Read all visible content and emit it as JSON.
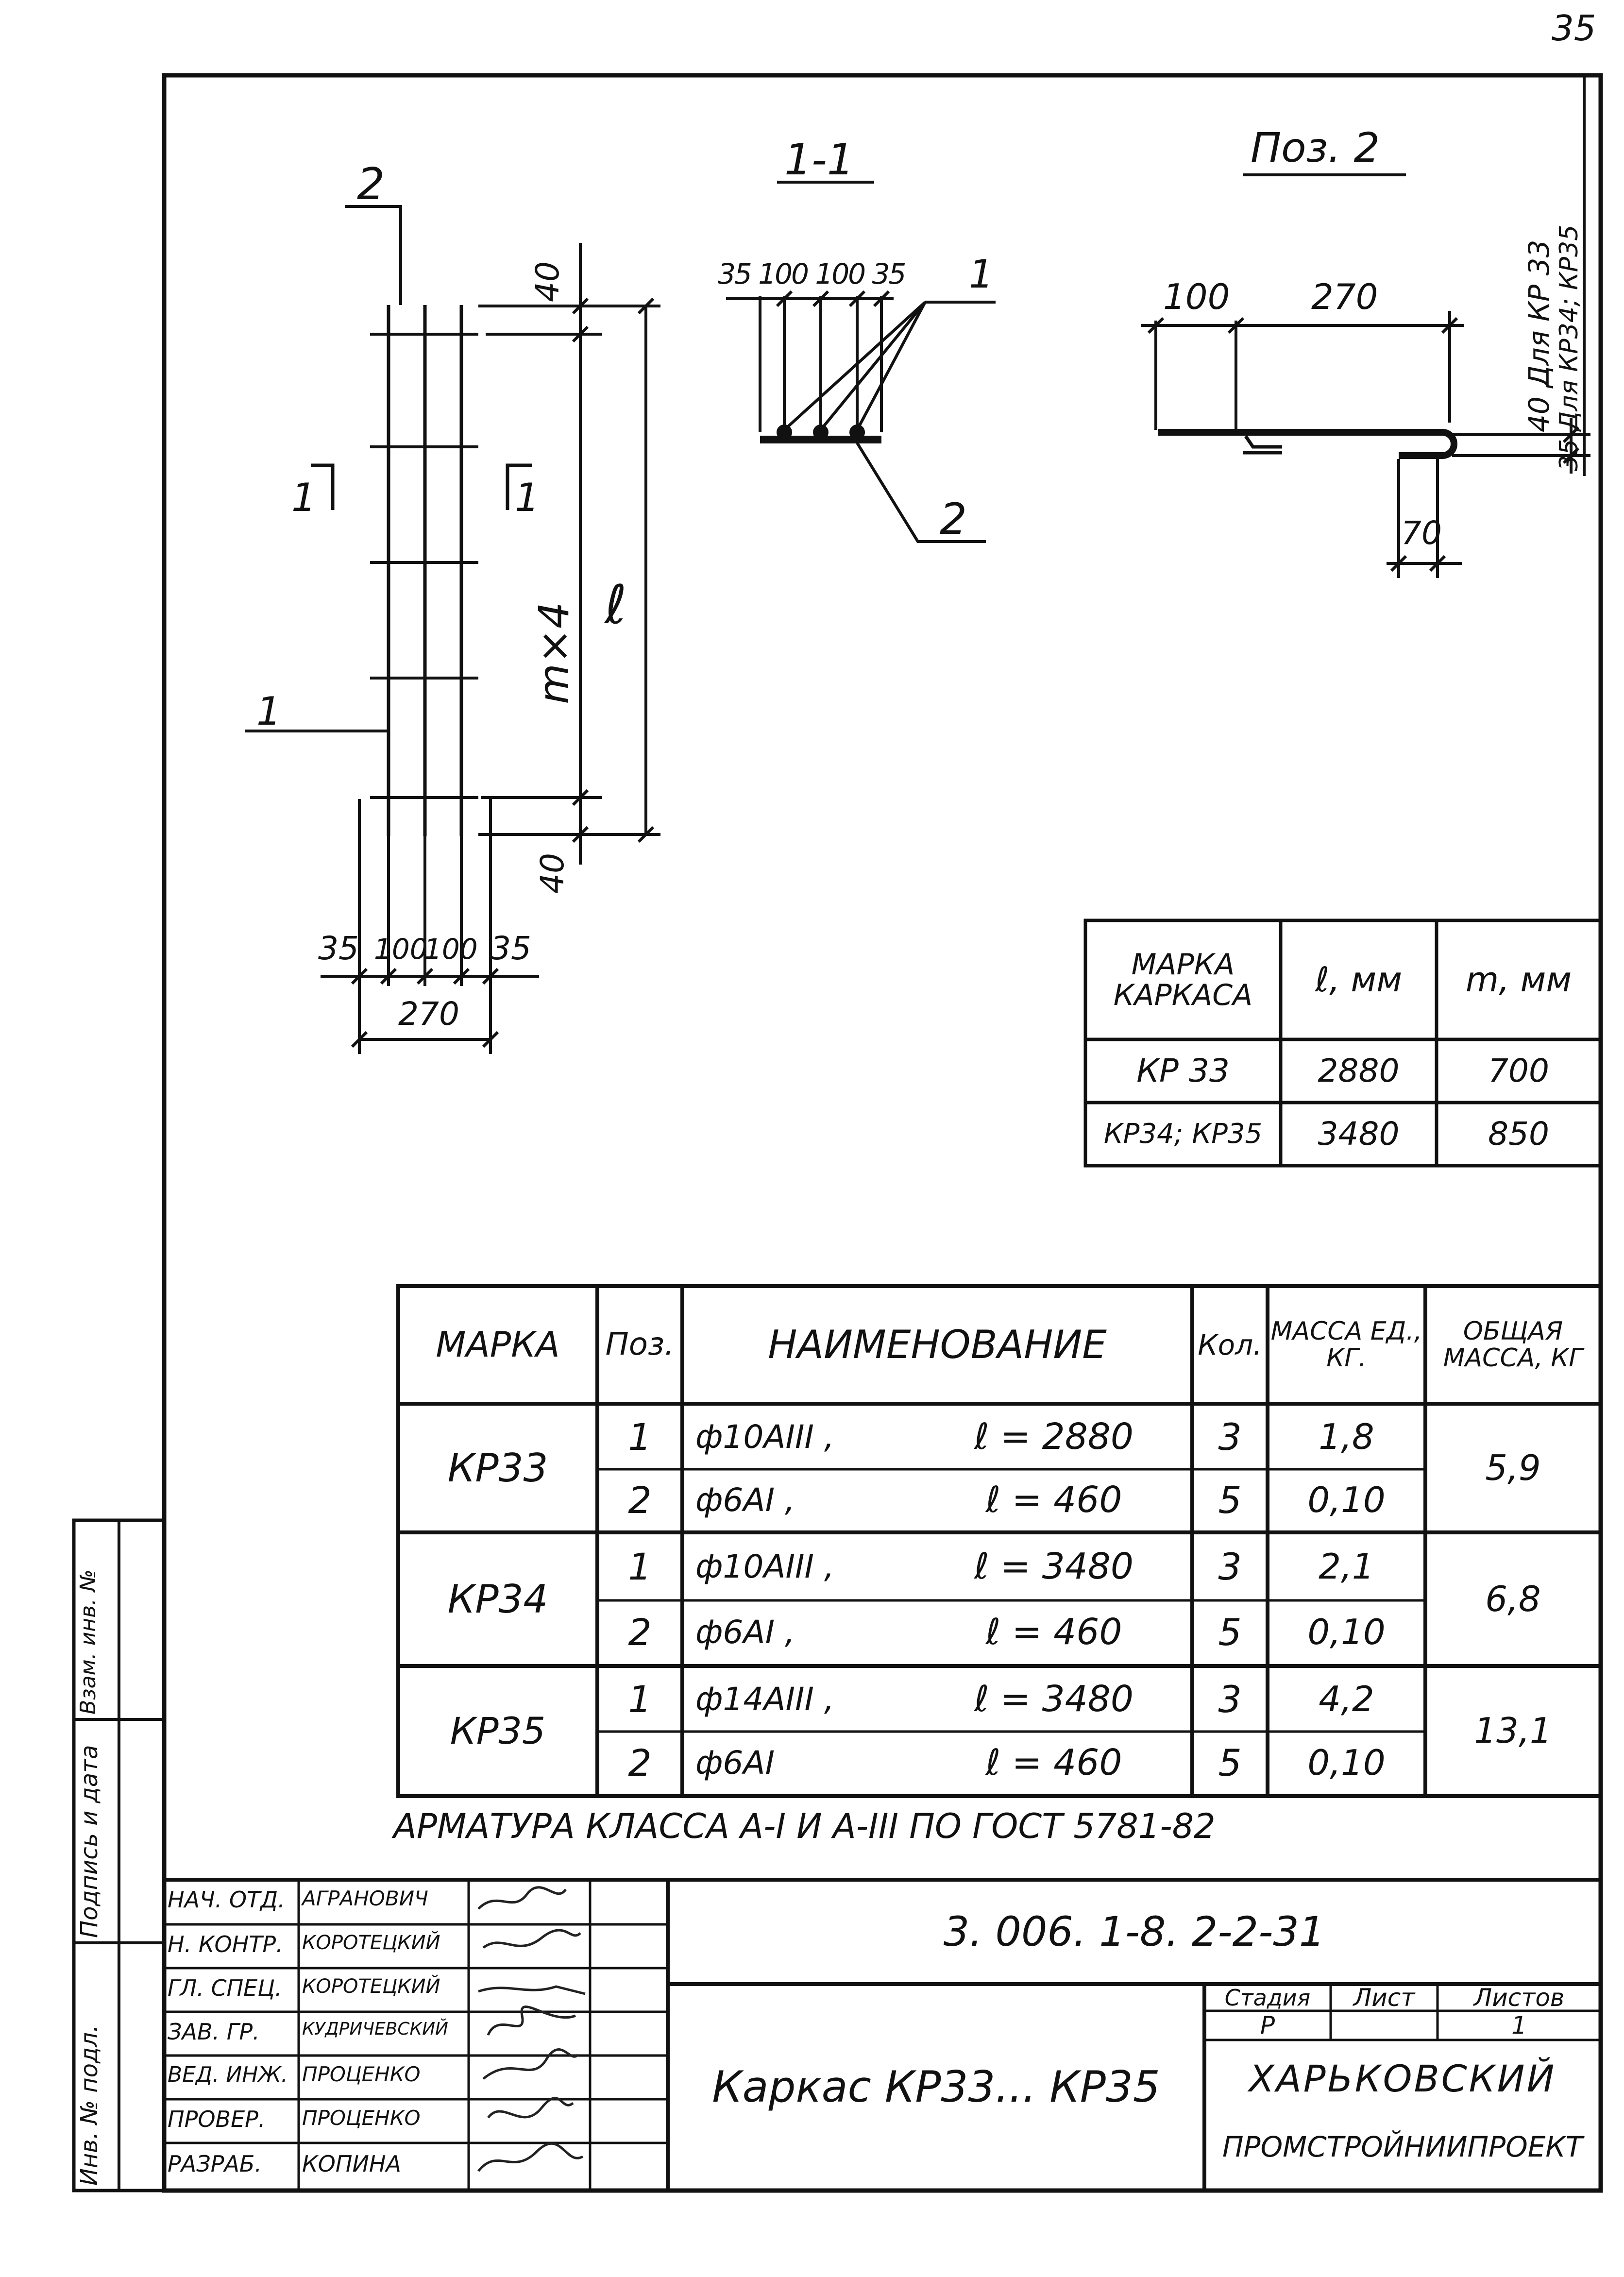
{
  "page_number": "35",
  "drawing": {
    "pos_label_2": "2",
    "pos_label_1": "1",
    "section_mark_left": "1",
    "section_mark_right": "1",
    "dim_top_40": "40",
    "dim_bottom_40": "40",
    "dim_mx4": "m×4",
    "dim_l": "ℓ",
    "dim_35_left": "35",
    "dim_100_a": "100",
    "dim_100_b": "100",
    "dim_35_right": "35",
    "dim_270": "270"
  },
  "section": {
    "title": "1-1",
    "dims": "35 100 100 35",
    "label_1": "1",
    "label_2": "2"
  },
  "pos2": {
    "title": "Поз. 2",
    "dim_100": "100",
    "dim_270": "270",
    "dim_70": "70",
    "note_40": "40 Для КР 33",
    "note_35": "35 Для КР34; КР35"
  },
  "dims_table": {
    "headers": [
      "МАРКА КАРКАСА",
      "ℓ, мм",
      "m, мм"
    ],
    "rows": [
      [
        "КР 33",
        "2880",
        "700"
      ],
      [
        "КР34; КР35",
        "3480",
        "850"
      ]
    ]
  },
  "spec_table": {
    "headers": [
      "МАРКА",
      "Поз.",
      "НАИМЕНОВАНИЕ",
      "Кол.",
      "МАССА ЕД., КГ.",
      "ОБЩАЯ МАССА, КГ"
    ],
    "groups": [
      {
        "mark": "КР33",
        "total": "5,9",
        "rows": [
          {
            "pos": "1",
            "name": "ф10АIII ,",
            "len": "ℓ = 2880",
            "qty": "3",
            "mass": "1,8"
          },
          {
            "pos": "2",
            "name": "ф6АI ,",
            "len": "ℓ = 460",
            "qty": "5",
            "mass": "0,10"
          }
        ]
      },
      {
        "mark": "КР34",
        "total": "6,8",
        "rows": [
          {
            "pos": "1",
            "name": "ф10АIII ,",
            "len": "ℓ = 3480",
            "qty": "3",
            "mass": "2,1"
          },
          {
            "pos": "2",
            "name": "ф6АI ,",
            "len": "ℓ = 460",
            "qty": "5",
            "mass": "0,10"
          }
        ]
      },
      {
        "mark": "КР35",
        "total": "13,1",
        "rows": [
          {
            "pos": "1",
            "name": "ф14АIII ,",
            "len": "ℓ = 3480",
            "qty": "3",
            "mass": "4,2"
          },
          {
            "pos": "2",
            "name": "ф6АI",
            "len": "ℓ = 460",
            "qty": "5",
            "mass": "0,10"
          }
        ]
      }
    ],
    "note": "АРМАТУРА КЛАССА А-I И А-III ПО ГОСТ 5781-82"
  },
  "side_stamp": {
    "inv_orig": "Инв. № подл.",
    "signature_date": "Подпись и дата",
    "replaces": "Взам. инв. №"
  },
  "title_block": {
    "code": "3. 006. 1-8. 2-2-31",
    "name": "Каркас КР33... КР35",
    "stage_label": "Стадия",
    "sheet_label": "Лист",
    "sheets_label": "Листов",
    "stage": "Р",
    "sheets": "1",
    "org_line1": "ХАРЬКОВСКИЙ",
    "org_line2": "ПРОМСТРОЙНИИПРОЕКТ",
    "staff": [
      {
        "role": "НАЧ. ОТД.",
        "name": "АГРАНОВИЧ"
      },
      {
        "role": "Н. КОНТР.",
        "name": "КОРОТЕЦКИЙ"
      },
      {
        "role": "ГЛ. СПЕЦ.",
        "name": "КОРОТЕЦКИЙ"
      },
      {
        "role": "ЗАВ. ГР.",
        "name": "КУДРИЧЕВСКИЙ"
      },
      {
        "role": "ВЕД. ИНЖ.",
        "name": "ПРОЦЕНКО"
      },
      {
        "role": "ПРОВЕР.",
        "name": "ПРОЦЕНКО"
      },
      {
        "role": "РАЗРАБ.",
        "name": "КОПИНА"
      }
    ]
  }
}
